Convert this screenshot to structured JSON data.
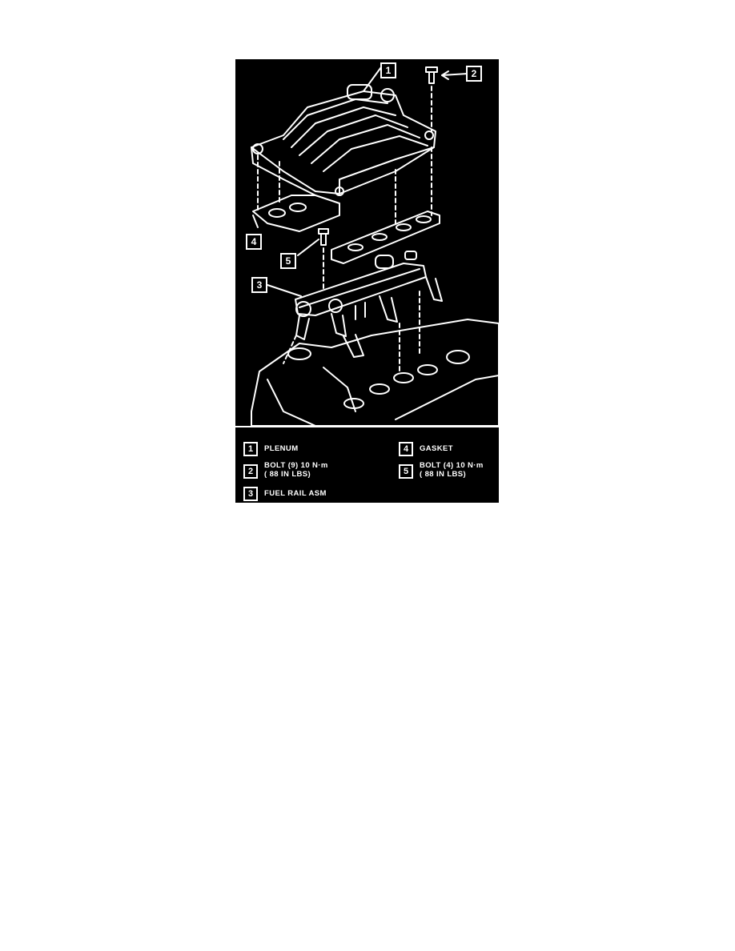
{
  "colors": {
    "background": "#000000",
    "line": "#ffffff",
    "page": "#ffffff"
  },
  "callouts": [
    "1",
    "2",
    "3",
    "4",
    "5"
  ],
  "legend": [
    {
      "number": "1",
      "text": "PLENUM"
    },
    {
      "number": "2",
      "text": "BOLT (9) 10 N·m\n( 88 IN LBS)"
    },
    {
      "number": "3",
      "text": "FUEL RAIL ASM"
    },
    {
      "number": "4",
      "text": "GASKET"
    },
    {
      "number": "5",
      "text": "BOLT (4) 10 N·m\n( 88 IN LBS)"
    }
  ]
}
